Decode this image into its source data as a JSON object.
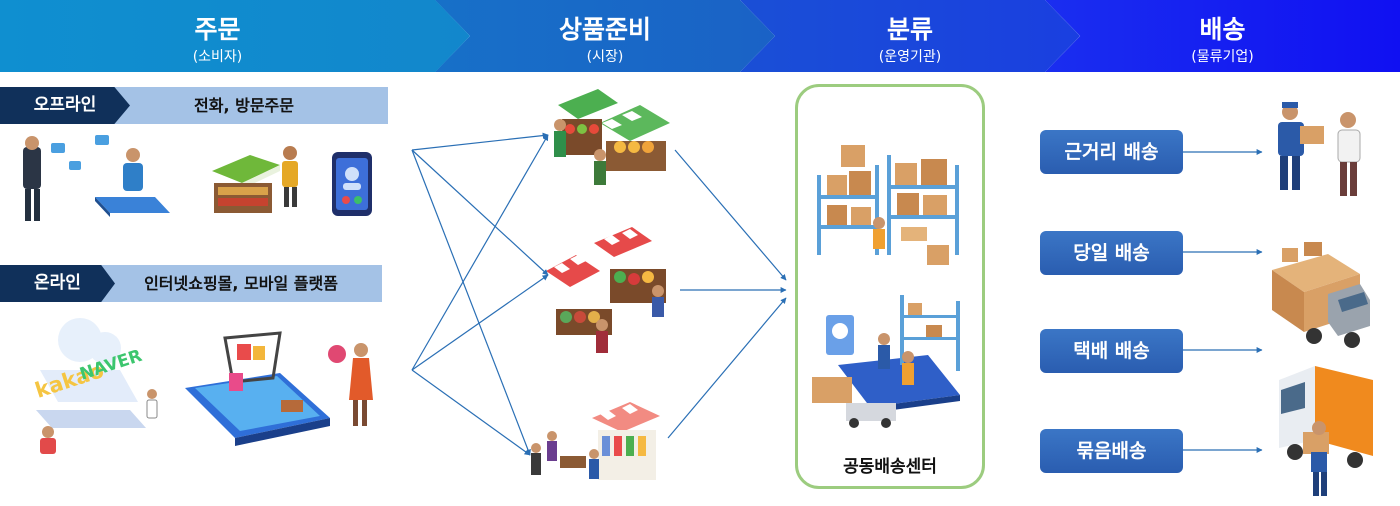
{
  "header": {
    "stages": [
      {
        "title": "주문",
        "subtitle": "(소비자)"
      },
      {
        "title": "상품준비",
        "subtitle": "(시장)"
      },
      {
        "title": "분류",
        "subtitle": "(운영기관)"
      },
      {
        "title": "배송",
        "subtitle": "(물류기업)"
      }
    ]
  },
  "order": {
    "offline": {
      "label": "오프라인",
      "desc": "전화, 방문주문"
    },
    "online": {
      "label": "온라인",
      "desc": "인터넷쇼핑몰, 모바일 플랫폼"
    },
    "logos": {
      "kakao": "kakao",
      "naver": "NAVER"
    }
  },
  "center": {
    "label": "공동배송센터"
  },
  "delivery": {
    "items": [
      {
        "label": "근거리 배송"
      },
      {
        "label": "당일 배송"
      },
      {
        "label": "택배 배송"
      },
      {
        "label": "묶음배송"
      }
    ]
  },
  "colors": {
    "stage1": "#0f8fd0",
    "stage2": "#1770c8",
    "stage3": "#1a4fd6",
    "stage4": "#1010f2",
    "label_dark": "#10305a",
    "label_light": "#a4c2e6",
    "pill": "#3066b8",
    "center_border": "#9ccc7f",
    "arrow": "#2a6fb5"
  },
  "icons": [
    "phone-person-icon",
    "tablet-shop-icon",
    "market-stall-icon",
    "smartphone-call-icon",
    "kakao-naver-icon",
    "shopping-cart-phone-icon",
    "market-stall-icon",
    "warehouse-shelves-icon",
    "warehouse-tablet-icon",
    "courier-handover-icon",
    "delivery-truck-icon",
    "van-courier-icon"
  ]
}
